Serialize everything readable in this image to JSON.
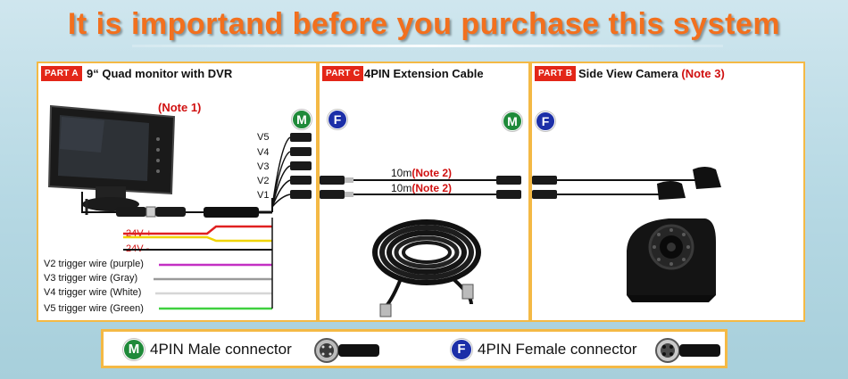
{
  "title": "It is importand before you purchase this system",
  "part_a": {
    "tag": "PART A",
    "title": "9“ Quad monitor with DVR",
    "note": "(Note 1)",
    "video_inputs": [
      "V5",
      "V4",
      "V3",
      "V2",
      "V1"
    ],
    "power_pos": "24V +",
    "power_neg": "24V -",
    "trigger_wires": [
      {
        "label": "V2 trigger wire (purple)",
        "color": "#c330c3"
      },
      {
        "label": "V3 trigger wire (Gray)",
        "color": "#9a9a9a"
      },
      {
        "label": "V4 trigger wire (White)",
        "color": "#d6d6d6"
      },
      {
        "label": "V5 trigger wire (Green)",
        "color": "#3fd13f"
      }
    ]
  },
  "part_c": {
    "tag": "PART C",
    "title": "4PIN Extension Cable",
    "cable_length_1": "10m",
    "cable_note_1": "(Note 2)",
    "cable_length_2": "10m",
    "cable_note_2": "(Note 2)"
  },
  "part_b": {
    "tag": "PART B",
    "title": "Side View Camera",
    "note": "(Note 3)"
  },
  "badges": {
    "male": "M",
    "female": "F"
  },
  "legend": {
    "male_label": "4PIN Male connector",
    "female_label": "4PIN Female connector"
  },
  "colors": {
    "title": "#f2701e",
    "tag_red": "#e32618",
    "panel_border": "#f4b945",
    "male_badge": "#1f8a3a",
    "female_badge": "#1c2fa8",
    "wire_red": "#e02020",
    "wire_yellow": "#f0d400"
  }
}
